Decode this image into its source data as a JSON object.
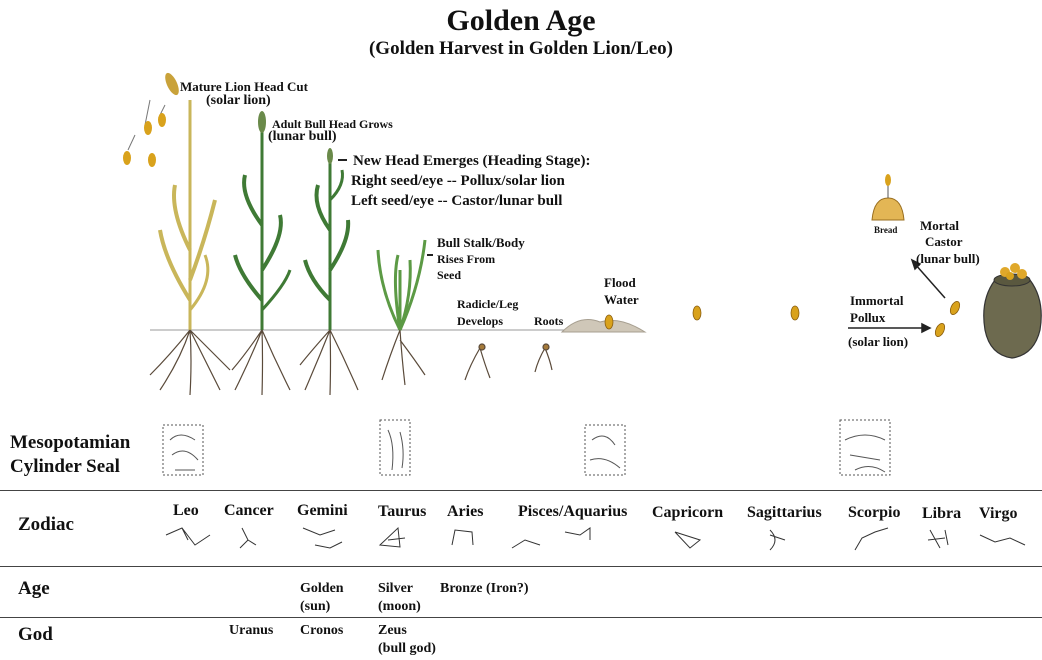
{
  "title": "Golden Age",
  "subtitle": "(Golden Harvest in Golden Lion/Leo)",
  "labels": {
    "mature_line1": "Mature Lion Head Cut",
    "mature_line2": "(solar lion)",
    "adult_line1": "Adult Bull Head Grows",
    "adult_line2": "(lunar bull)",
    "new_head_line1": "New Head Emerges (Heading Stage):",
    "new_head_line2": "Right seed/eye -- Pollux/solar lion",
    "new_head_line3": "Left seed/eye -- Castor/lunar bull",
    "stalk_line1": "Bull Stalk/Body",
    "stalk_line2": "Rises From",
    "stalk_line3": "Seed",
    "radicle_line1": "Radicle/Leg",
    "radicle_line2": "Develops",
    "roots": "Roots",
    "flood_line1": "Flood",
    "flood_line2": "Water",
    "bread": "Bread",
    "mortal_line1": "Mortal",
    "mortal_line2": "Castor",
    "mortal_line3": "(lunar bull)",
    "immortal_line1": "Immortal",
    "immortal_line2": "Pollux",
    "immortal_line3": "(solar lion)"
  },
  "rows": {
    "seal_line1": "Mesopotamian",
    "seal_line2": "Cylinder Seal",
    "zodiac": "Zodiac",
    "age": "Age",
    "god": "God"
  },
  "zodiac": [
    "Leo",
    "Cancer",
    "Gemini",
    "Taurus",
    "Aries",
    "Pisces/Aquarius",
    "Capricorn",
    "Sagittarius",
    "Scorpio",
    "Libra",
    "Virgo"
  ],
  "ages": {
    "golden": "Golden",
    "golden_sub": "(sun)",
    "silver": "Silver",
    "silver_sub": "(moon)",
    "bronze": "Bronze (Iron?)"
  },
  "gods": {
    "uranus": "Uranus",
    "cronos": "Cronos",
    "zeus": "Zeus",
    "zeus_sub": "(bull god)"
  },
  "colors": {
    "mature_wheat": "#c9b65a",
    "green_wheat": "#3f7a35",
    "seed": "#d9a21c",
    "root": "#5a4a3a"
  }
}
